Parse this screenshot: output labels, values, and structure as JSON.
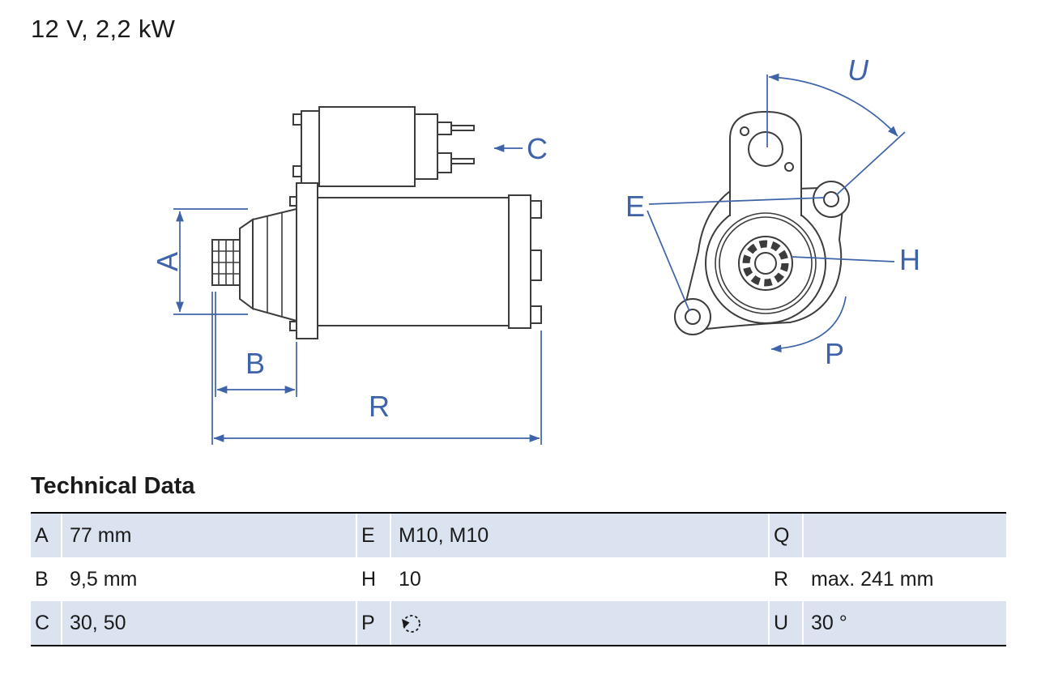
{
  "title": "12 V, 2,2 kW",
  "diagram": {
    "description": "starter motor technical drawing, side view and front view",
    "labels": {
      "a": "A",
      "b": "B",
      "c": "C",
      "r": "R",
      "u": "U",
      "e": "E",
      "h": "H",
      "p": "P"
    }
  },
  "technical_data": {
    "heading": "Technical Data",
    "rows": [
      {
        "cells": [
          {
            "key": "A",
            "value": "77 mm"
          },
          {
            "key": "E",
            "value": "M10, M10"
          },
          {
            "key": "Q",
            "value": ""
          }
        ]
      },
      {
        "cells": [
          {
            "key": "B",
            "value": "9,5 mm"
          },
          {
            "key": "H",
            "value": "10"
          },
          {
            "key": "R",
            "value": "max. 241 mm"
          }
        ]
      },
      {
        "cells": [
          {
            "key": "C",
            "value": "30, 50"
          },
          {
            "key": "P",
            "value": "",
            "icon": "rotation-ccw-icon"
          },
          {
            "key": "U",
            "value": "30 °"
          }
        ]
      }
    ]
  },
  "colors": {
    "dimension_blue": "#3e63a8",
    "drawing_gray": "#3c3c3c",
    "table_row_alt": "#dbe3f0"
  }
}
